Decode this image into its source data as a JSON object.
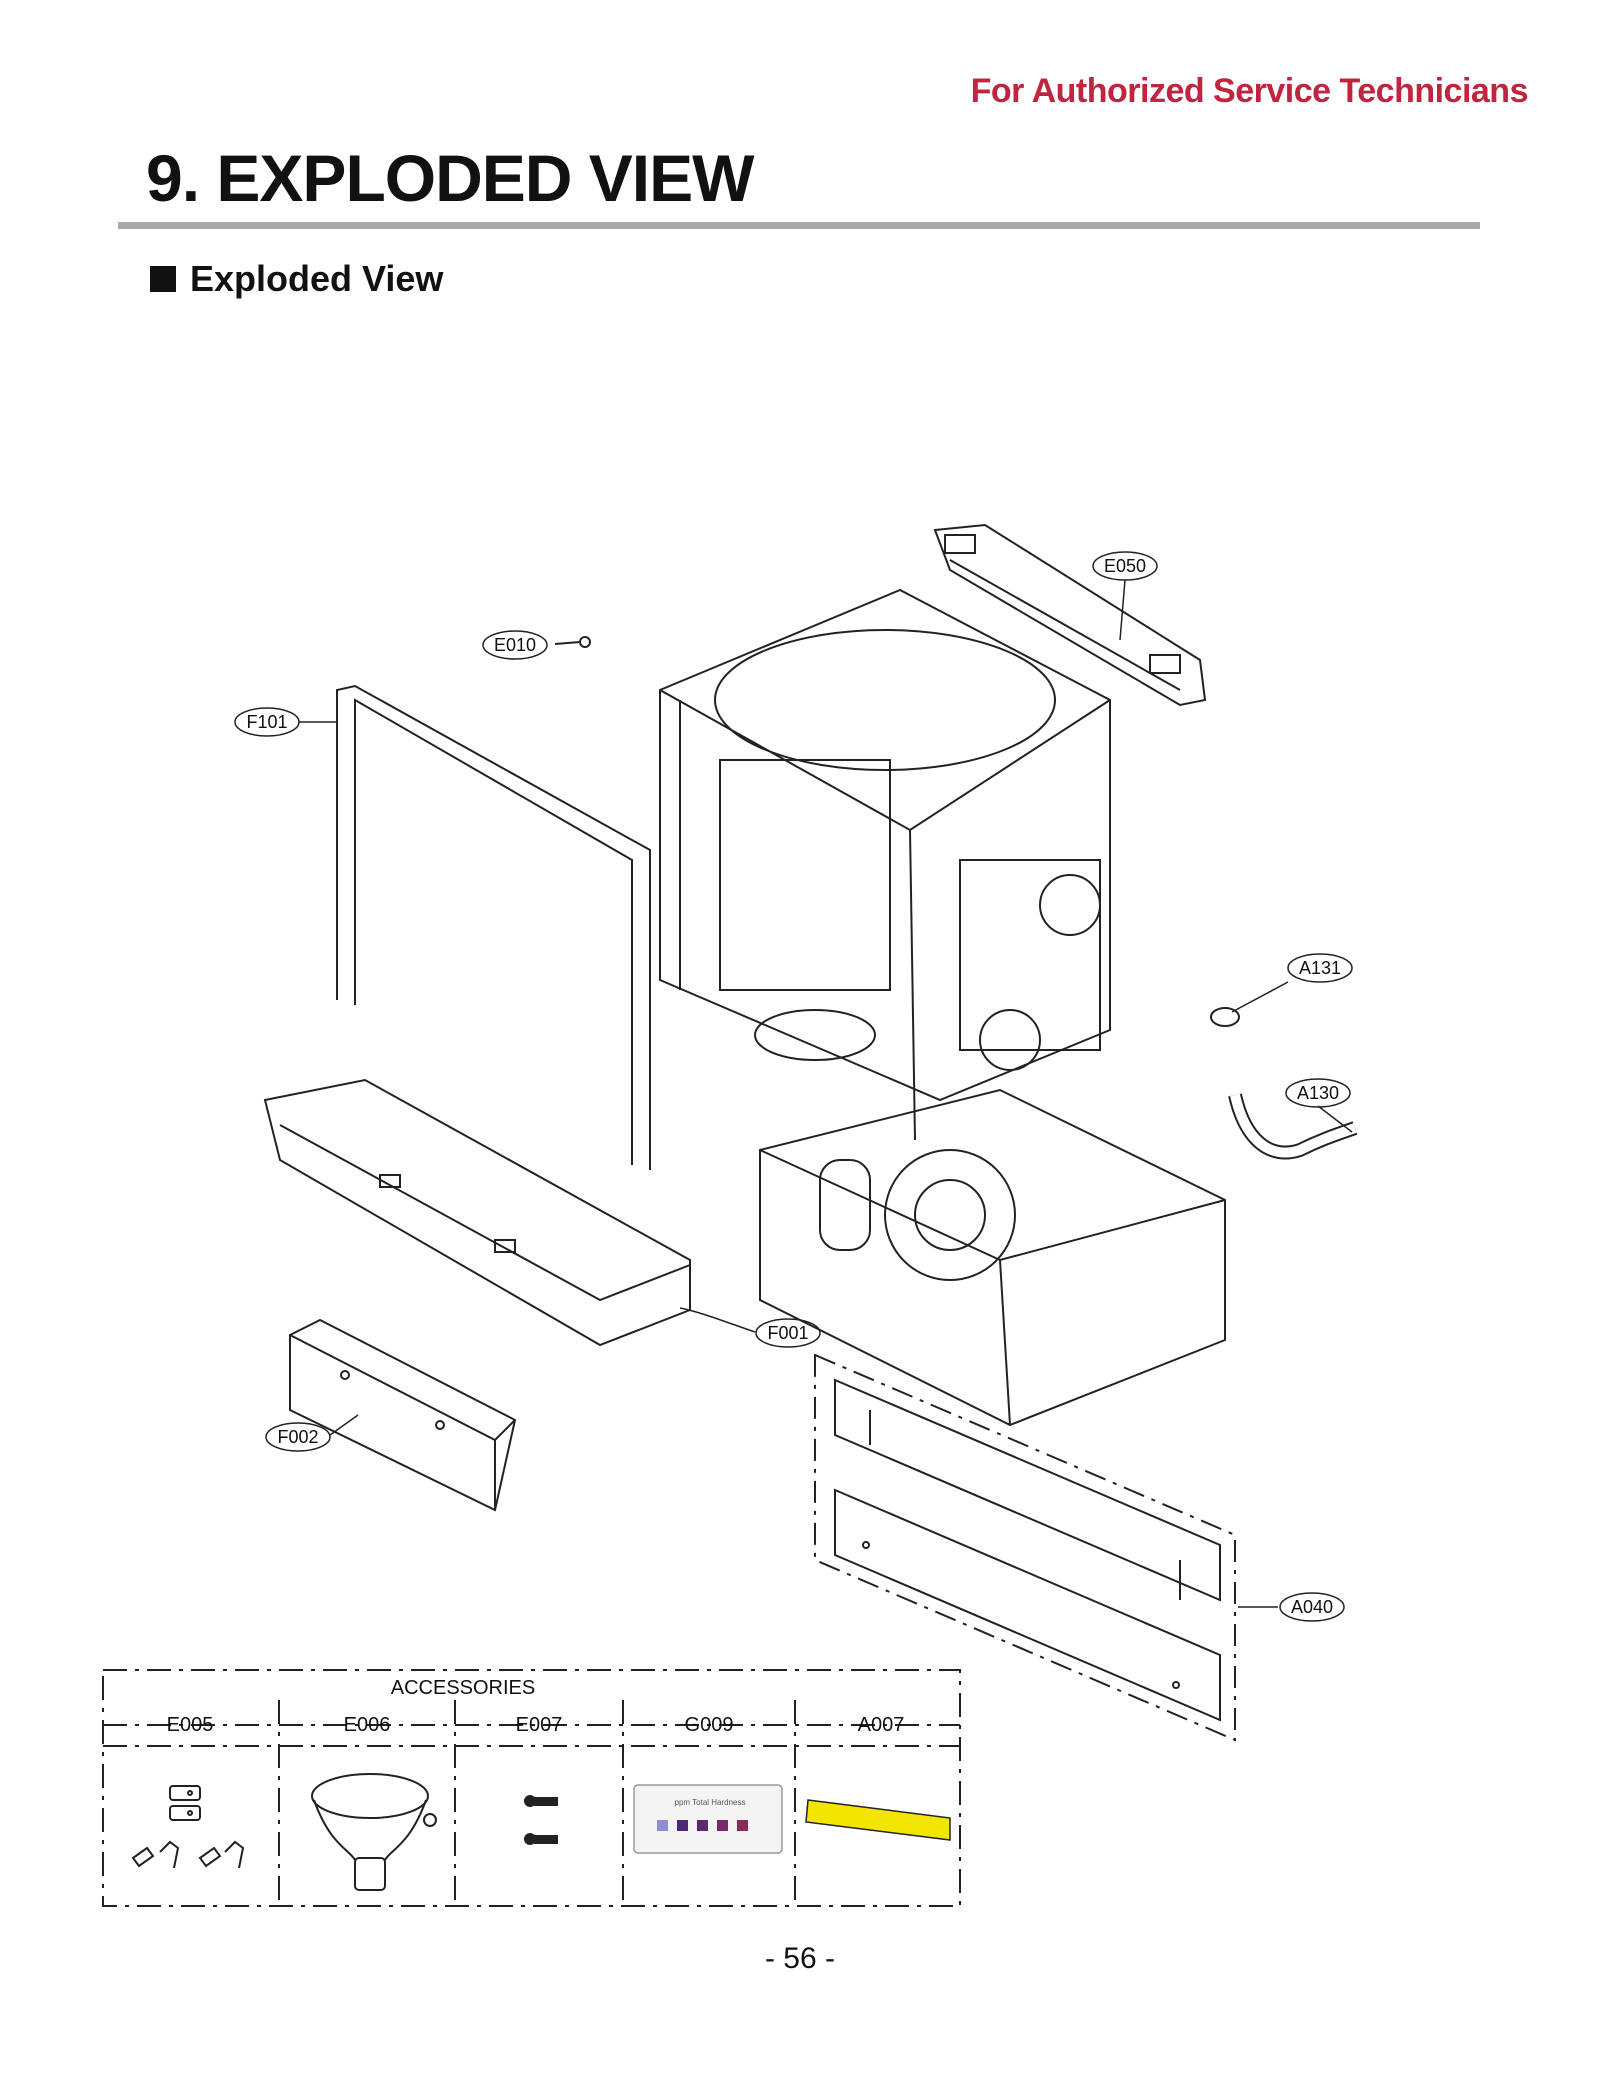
{
  "header": {
    "note": "For Authorized Service Technicians"
  },
  "section": {
    "title": "9. EXPLODED VIEW",
    "subtitle": "Exploded View"
  },
  "callouts": {
    "e050": "E050",
    "e010": "E010",
    "f101": "F101",
    "a131": "A131",
    "a130": "A130",
    "f001": "F001",
    "f002": "F002",
    "a040": "A040"
  },
  "accessories": {
    "title": "ACCESSORIES",
    "codes": [
      "E005",
      "E006",
      "E007",
      "G009",
      "A007"
    ],
    "strip_text": "ppm Total Hardness",
    "strip_colors": [
      "#8e8fcf",
      "#4a2a78",
      "#5a2a70",
      "#7a2a6a",
      "#8a2a58"
    ],
    "tape_color": "#f2e600"
  },
  "footer": {
    "page": "- 56 -"
  }
}
